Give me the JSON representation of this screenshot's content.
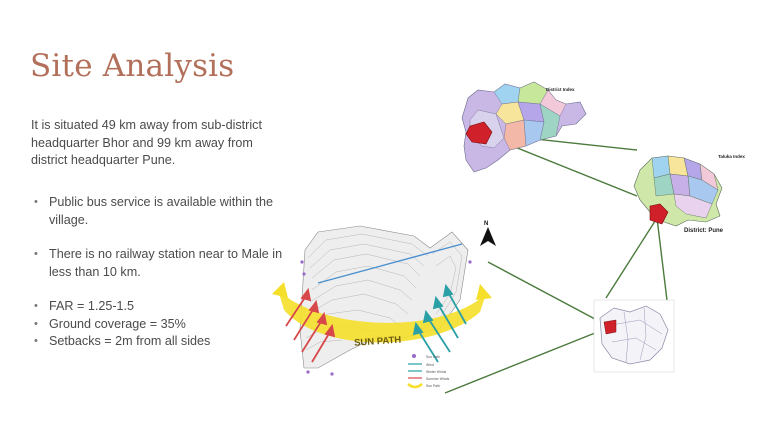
{
  "slide": {
    "title": "Site Analysis",
    "intro": "It is situated 49 km away from sub-district headquarter Bhor and 99 km away from district headquarter Pune.",
    "bullets": [
      "Public bus service is available within the village.",
      "There is no railway station near to Male in less than 10 km.",
      "FAR = 1.25-1.5",
      "Ground coverage = 35%",
      "Setbacks = 2m from all sides"
    ]
  },
  "figure": {
    "sun_path_label": "SUN PATH",
    "north_label": "N",
    "legend": [
      "Sun Path",
      "Wind",
      "Winter Winds",
      "Summer Winds",
      "Sun Path"
    ],
    "state_map_label": "District Index",
    "district_map_title": "Taluka Index",
    "district_map_label": "District: Pune",
    "colors": {
      "title": "#b2705a",
      "text": "#4b4b4b",
      "connector": "#4a7a3c",
      "highlight": "#d0202a",
      "sun_path": "#f5df2a",
      "winter_winds": "#2aa0a6",
      "summer_winds": "#d8474a"
    }
  }
}
